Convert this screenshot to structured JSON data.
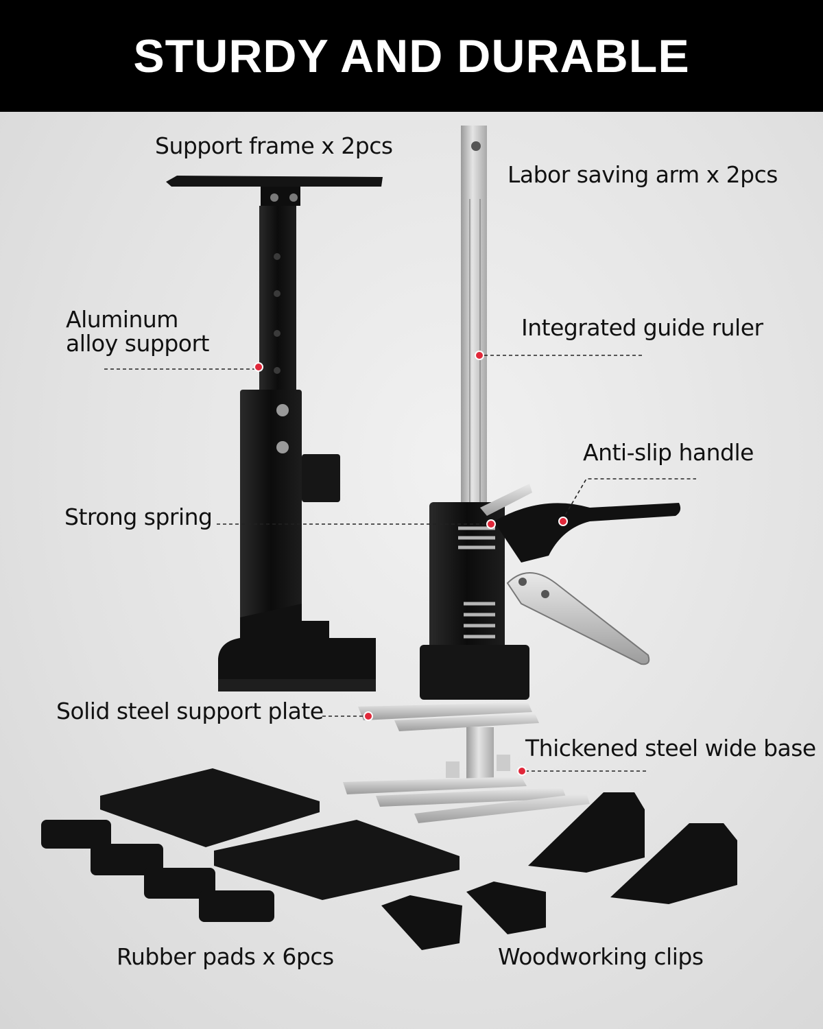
{
  "header": {
    "title": "STURDY AND DURABLE"
  },
  "labels": {
    "support_frame": "Support frame x 2pcs",
    "labor_saving_arm": "Labor saving arm x 2pcs",
    "aluminum_support_line1": "Aluminum",
    "aluminum_support_line2": "alloy support",
    "guide_ruler": "Integrated guide ruler",
    "anti_slip_handle": "Anti-slip handle",
    "strong_spring": "Strong spring",
    "solid_steel_plate": "Solid steel support plate",
    "thickened_base": "Thickened steel wide base",
    "rubber_pads": "Rubber pads x 6pcs",
    "woodworking_clips": "Woodworking clips"
  },
  "colors": {
    "header_bg": "#000000",
    "header_text": "#ffffff",
    "callout_dot": "#e0283a",
    "product": "#111111",
    "steel": "#c8c8c8"
  }
}
